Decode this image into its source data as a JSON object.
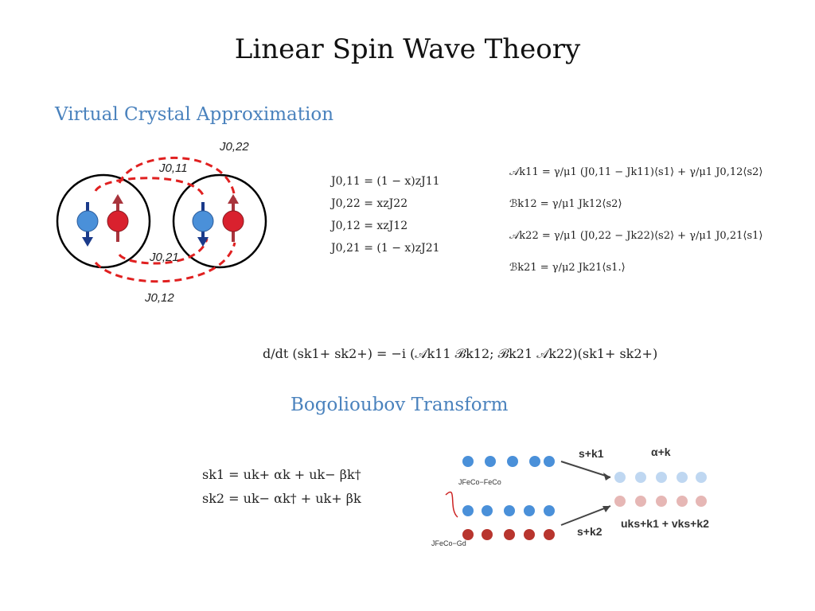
{
  "slide": {
    "title": "Linear Spin Wave Theory",
    "section1": "Virtual Crystal Approximation",
    "section2": "Bogolioubov Transform"
  },
  "diagram": {
    "labels": {
      "j022": "J0,22",
      "j011": "J0,11",
      "j021": "J0,21",
      "j012": "J0,12"
    },
    "colors": {
      "blue_atom": "#4a90d9",
      "red_atom": "#d9212e",
      "dashed": "#e02020",
      "blue_arrow": "#1a3a8a",
      "red_arrow": "#a8343c"
    }
  },
  "exchange_equations": [
    "J0,11 = (1 − x)zJ11",
    "J0,22 = xzJ22",
    "J0,12 = xzJ12",
    "J0,21 = (1 − x)zJ21"
  ],
  "matrix_elements": [
    "𝒜k11 = γ/μ1 (J0,11 − Jk11)⟨s1⟩ + γ/μ1 J0,12⟨s2⟩",
    "ℬk12 = γ/μ1 Jk12⟨s2⟩",
    "𝒜k22 = γ/μ1 (J0,22 − Jk22)⟨s2⟩ + γ/μ1 J0,21⟨s1⟩",
    "ℬk21 = γ/μ2 Jk21⟨s1.⟩"
  ],
  "eom": "d/dt (sk1+ sk2+) = −i (𝒜k11 ℬk12; ℬk21 𝒜k22)(sk1+ sk2+)",
  "bogoliubov_equations": [
    "sk1 = uk+ αk + uk− βk†",
    "sk2 = uk− αk† + uk+ βk"
  ],
  "figure2": {
    "label_sk1": "s+k1",
    "label_alpha": "α+k",
    "label_sk2": "s+k2",
    "label_combo": "uks+k1 + vks+k2",
    "label_jfeco": "JFeCo−FeCo",
    "label_jgd": "JFeCo−Gd"
  }
}
